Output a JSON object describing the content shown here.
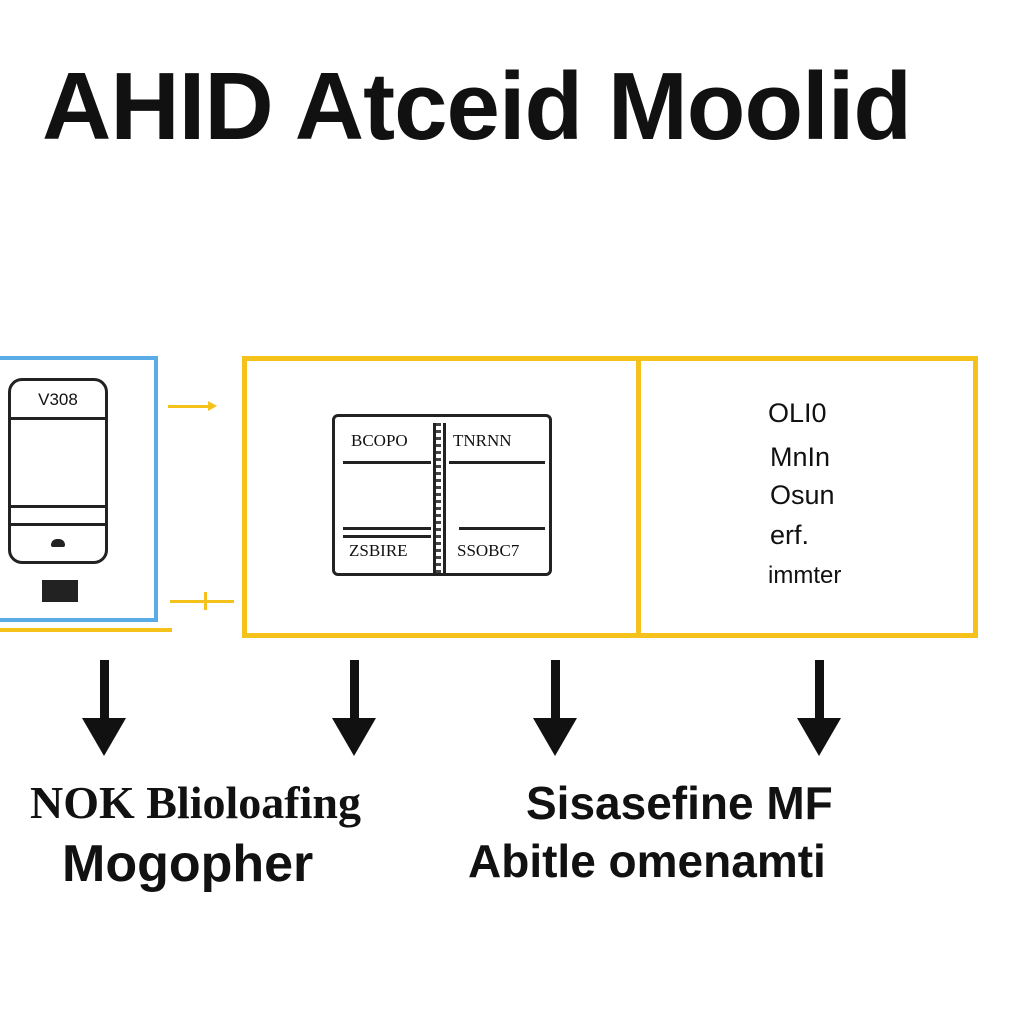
{
  "title": "AHID Atceid Moolid",
  "phone": {
    "screen_label": "V308"
  },
  "card": {
    "header_left": "BCOPO",
    "header_right": "TNRNN",
    "footer_left": "ZSBIRE",
    "footer_right": "SSOBC7"
  },
  "list": {
    "items": [
      "OLI0",
      "MnIn",
      "Osun",
      "erf.",
      "immter"
    ]
  },
  "labels": {
    "left_line1": "NOK Blioloafing",
    "left_line2": "Mogopher",
    "right_line1": "Sisasefine MF",
    "right_line2": "Abitle omenamti"
  },
  "colors": {
    "blue": "#5aace6",
    "yellow": "#f5c21b",
    "ink": "#111111"
  }
}
